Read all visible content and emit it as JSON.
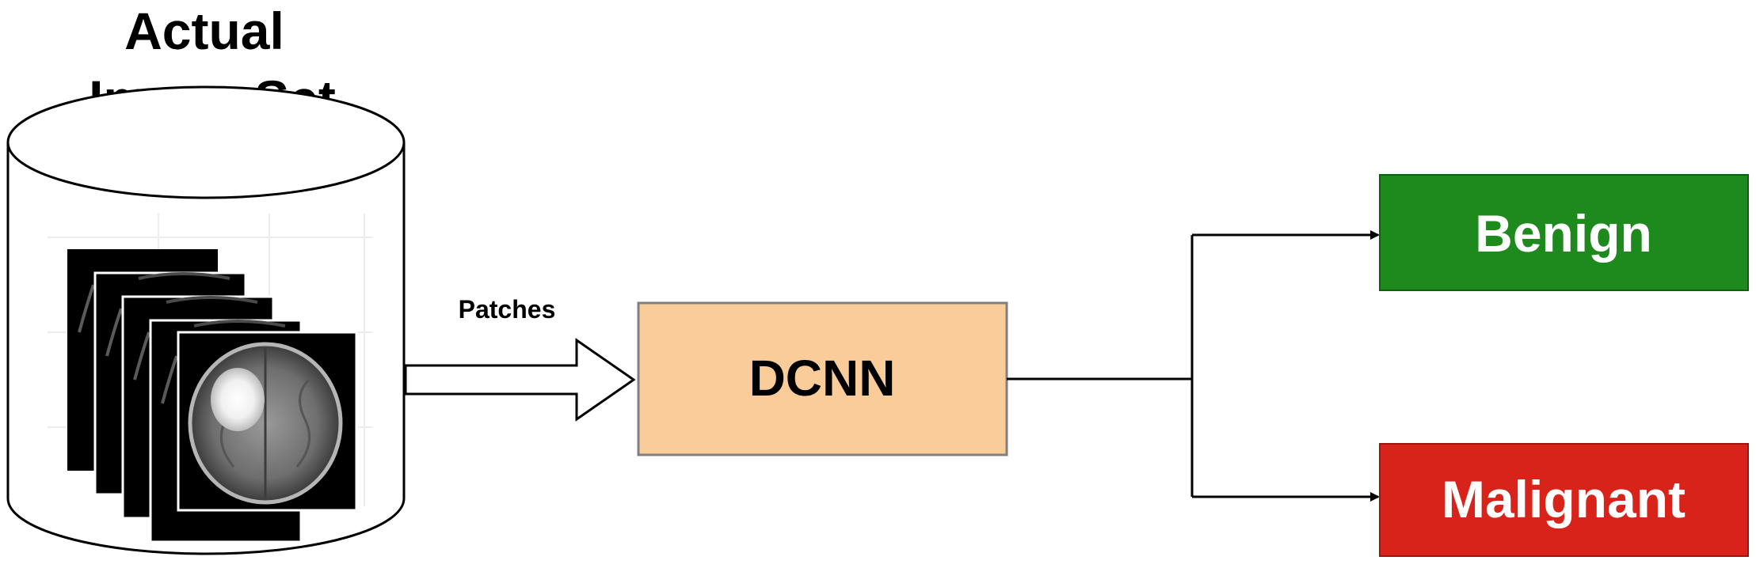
{
  "title_lines": [
    "Actual",
    "Image Set"
  ],
  "arrow_label": "Patches",
  "model_label": "DCNN",
  "outputs": [
    {
      "label": "Benign",
      "color": "#1e8a1e"
    },
    {
      "label": "Malignant",
      "color": "#d8231a"
    }
  ],
  "colors": {
    "model_fill": "#f9cc9a",
    "model_stroke": "#7f7f7f",
    "line": "#000000"
  },
  "icons": [
    "database-cylinder-icon",
    "brain-mri-slices-icon"
  ]
}
